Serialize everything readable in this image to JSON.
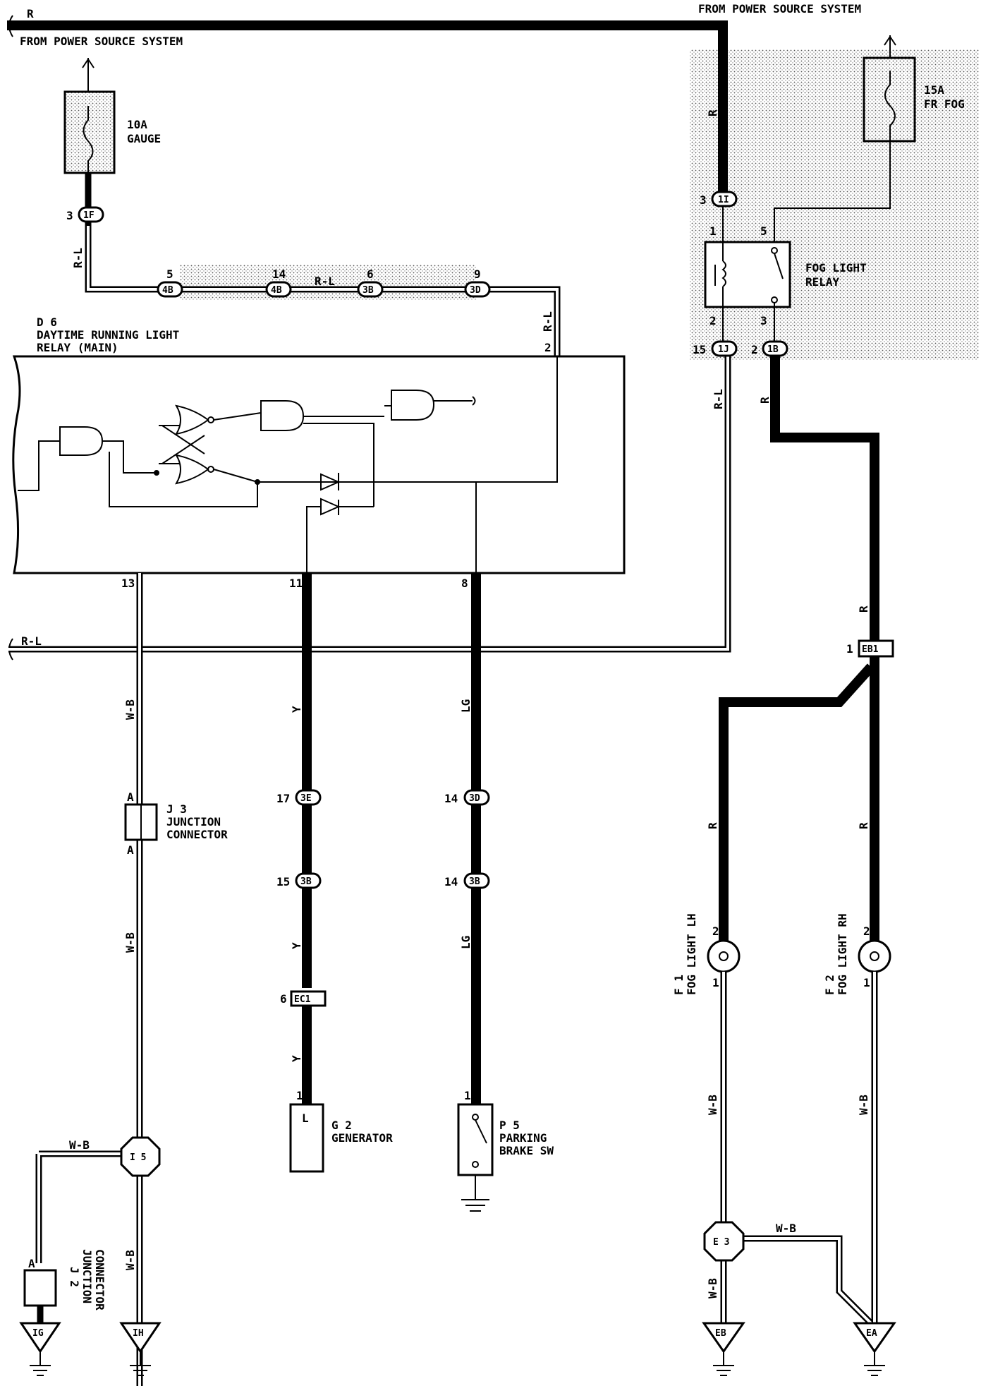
{
  "power": {
    "left_source": "FROM POWER SOURCE SYSTEM",
    "right_source": "FROM POWER SOURCE SYSTEM",
    "top_wire": "R"
  },
  "fuses": {
    "gauge_amp": "10A",
    "gauge_name": "GAUGE",
    "fog_amp": "15A",
    "fog_name": "FR FOG"
  },
  "connectors": {
    "c1F": "1F",
    "c4B": "4B",
    "c3B": "3B",
    "c3D": "3D",
    "c1I": "1I",
    "c1J": "1J",
    "c1B": "1B",
    "c3E": "3E",
    "cEC1": "EC1",
    "cEB1": "EB1",
    "cI5": "I 5",
    "cE3": "E 3",
    "gIG": "IG",
    "gIH": "IH",
    "gEB": "EB",
    "gEA": "EA"
  },
  "pins": {
    "p3": "3",
    "p5": "5",
    "p14": "14",
    "p6": "6",
    "p9": "9",
    "p2": "2",
    "p13": "13",
    "p11": "11",
    "p8": "8",
    "p17": "17",
    "p15": "15",
    "p1": "1",
    "pA": "A",
    "pL": "L"
  },
  "wires": {
    "r": "R",
    "rl": "R-L",
    "y": "Y",
    "lg": "LG",
    "wb": "W-B"
  },
  "components": {
    "d6_code": "D 6",
    "d6_name1": "DAYTIME RUNNING LIGHT",
    "d6_name2": "RELAY (MAIN)",
    "fog_relay1": "FOG LIGHT",
    "fog_relay2": "RELAY",
    "j3_code": "J 3",
    "j3_name1": "JUNCTION",
    "j3_name2": "CONNECTOR",
    "j2_code": "J 2",
    "j2_name1": "JUNCTION",
    "j2_name2": "CONNECTOR",
    "g2_code": "G 2",
    "g2_name": "GENERATOR",
    "p5_code": "P 5",
    "p5_name1": "PARKING",
    "p5_name2": "BRAKE SW",
    "f1_code": "F 1",
    "f1_name": "FOG LIGHT LH",
    "f2_code": "F 2",
    "f2_name": "FOG LIGHT RH"
  }
}
